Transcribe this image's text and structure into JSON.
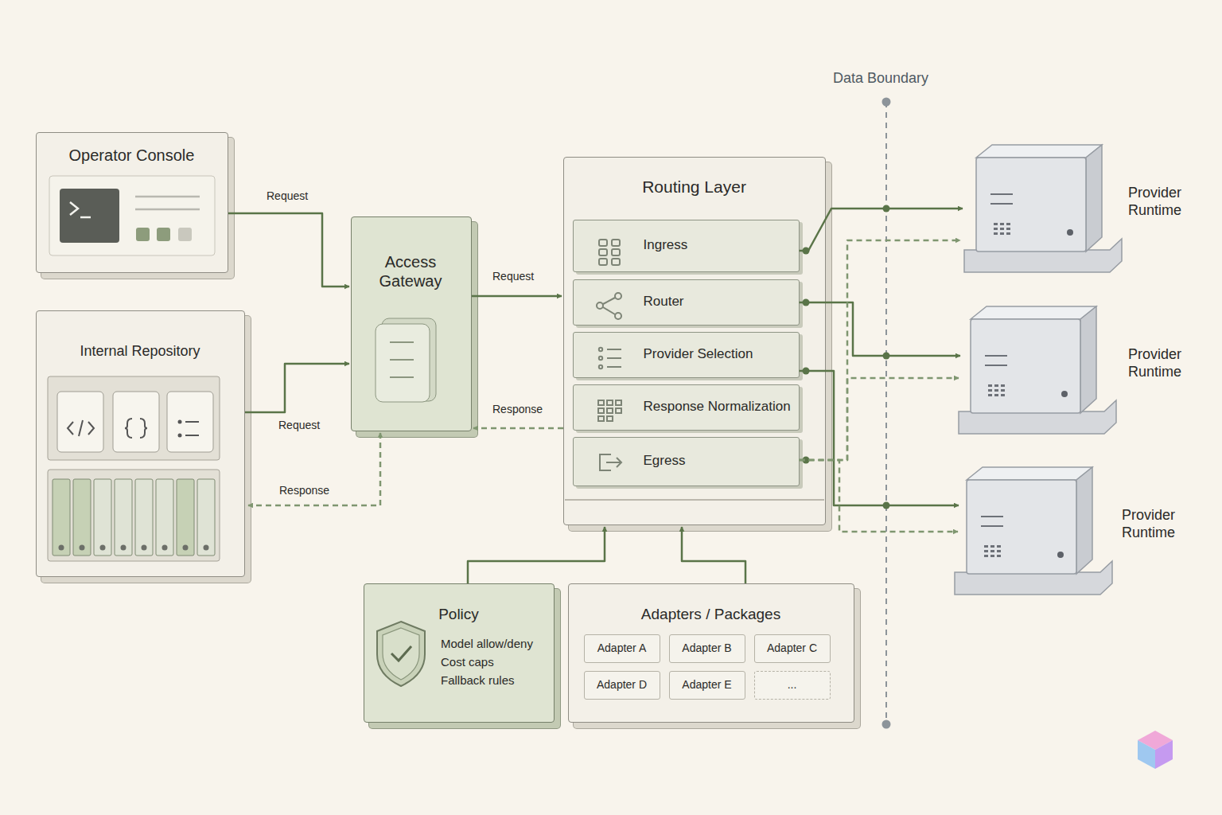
{
  "diagram": {
    "nodes": [
      {
        "text": [
          "Operator Console"
        ]
      },
      {
        "text": [
          "Internal Repository"
        ]
      },
      {
        "text": [
          "Access Gateway"
        ]
      },
      {
        "text": [
          "Routing Layer"
        ]
      },
      {
        "text": [
          "Ingress"
        ],
        "in": 3
      },
      {
        "text": [
          "Router"
        ],
        "in": 3
      },
      {
        "text": [
          "Provider Selection"
        ],
        "in": 3
      },
      {
        "text": [
          "Response Normalization"
        ],
        "in": 3
      },
      {
        "text": [
          "Egress"
        ],
        "in": 3
      },
      {
        "text": [
          "Provider Runtime"
        ]
      },
      {
        "text": [
          "Provider Runtime"
        ]
      },
      {
        "text": [
          "Provider Runtime"
        ]
      },
      {
        "text": [
          "Policy",
          "Model allow/deny",
          "Cost caps",
          "Fallback rules"
        ]
      },
      {
        "text": [
          "Adapters / Packages"
        ]
      },
      {
        "text": [
          "Adapter A"
        ],
        "in": 13
      },
      {
        "text": [
          "Adapter B"
        ],
        "in": 13
      },
      {
        "text": [
          "Adapter C"
        ],
        "in": 13
      },
      {
        "text": [
          "Adapter D"
        ],
        "in": 13
      },
      {
        "text": [
          "Adapter E"
        ],
        "in": 13
      },
      {
        "text": [
          "..."
        ],
        "in": 13
      }
    ],
    "edges": [
      {
        "from": 0,
        "to": 2,
        "label": "Request",
        "arrow": "to"
      },
      {
        "from": 1,
        "to": 2,
        "label": "Request",
        "arrow": "to"
      },
      {
        "from": 2,
        "to": 1,
        "label": "Response",
        "arrow": "both"
      },
      {
        "from": 2,
        "to": 3,
        "label": "Request",
        "arrow": "to"
      },
      {
        "from": 3,
        "to": 2,
        "label": "Response",
        "arrow": "to"
      },
      {
        "from": 4,
        "to": 9,
        "arrow": "to"
      },
      {
        "from": 5,
        "to": 10,
        "arrow": "to"
      },
      {
        "from": 6,
        "to": 11,
        "arrow": "to"
      },
      {
        "from": 8,
        "to": 9,
        "arrow": "to"
      },
      {
        "from": 8,
        "to": 10,
        "arrow": "to"
      },
      {
        "from": 8,
        "to": 11,
        "arrow": "to"
      },
      {
        "from": 12,
        "to": 3,
        "arrow": "to"
      },
      {
        "from": 13,
        "to": 3,
        "arrow": "to"
      }
    ],
    "labels": [
      "Data Boundary"
    ]
  }
}
